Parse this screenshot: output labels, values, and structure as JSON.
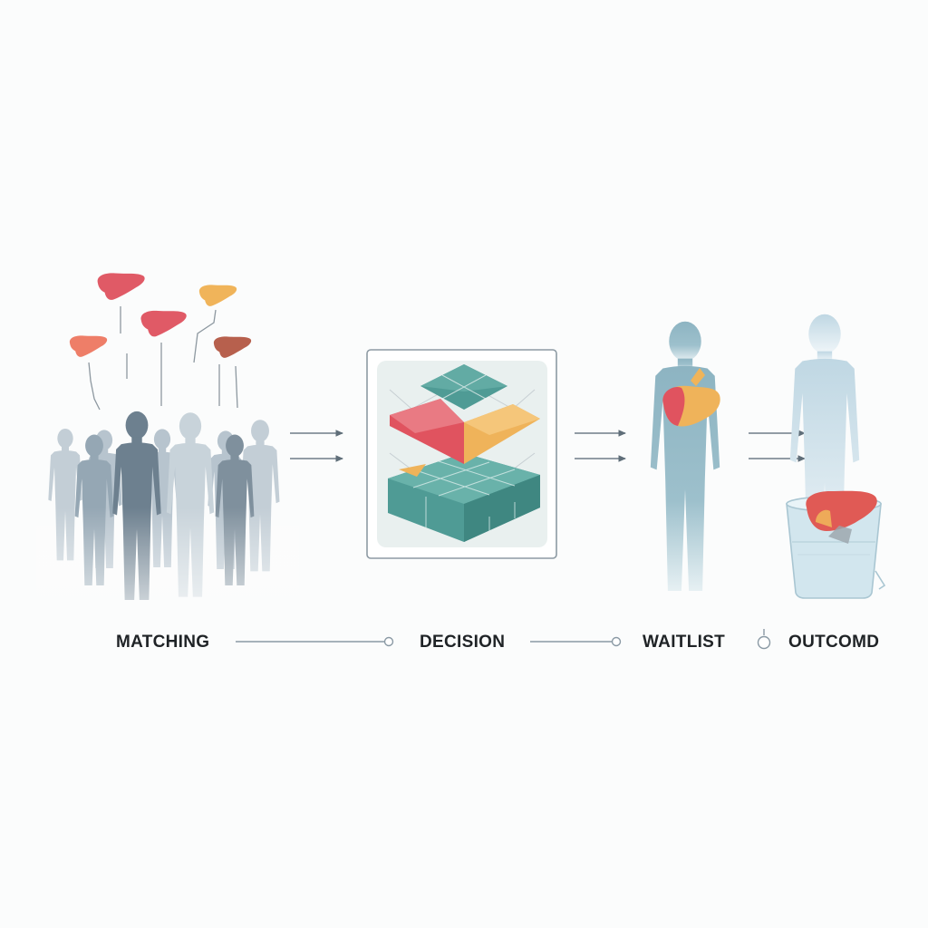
{
  "stages": [
    {
      "id": "matching",
      "label": "MATCHING"
    },
    {
      "id": "decision",
      "label": "DECISION"
    },
    {
      "id": "waitlist",
      "label": "WAITLIST"
    },
    {
      "id": "outcome",
      "label": "OUTCOMD"
    }
  ],
  "colors": {
    "background": "#fbfcfc",
    "liver_red": "#e05a66",
    "liver_orange": "#f0b45a",
    "liver_coral": "#ee7e68",
    "liver_brown": "#b7604d",
    "crowd_dark": "#6d808f",
    "crowd_mid": "#95a7b4",
    "crowd_light": "#c3ced6",
    "block_teal": "#4f9b95",
    "block_red": "#e0535f",
    "block_orange": "#efb35a",
    "recipient": "#8fb5c3",
    "outcome_figure": "#c6dbe6",
    "container": "#d2e6ee",
    "connector": "#8a99a4"
  },
  "icons": [
    "liver-icon",
    "person-icon",
    "decision-cube-icon",
    "arrow-icon",
    "container-icon"
  ]
}
